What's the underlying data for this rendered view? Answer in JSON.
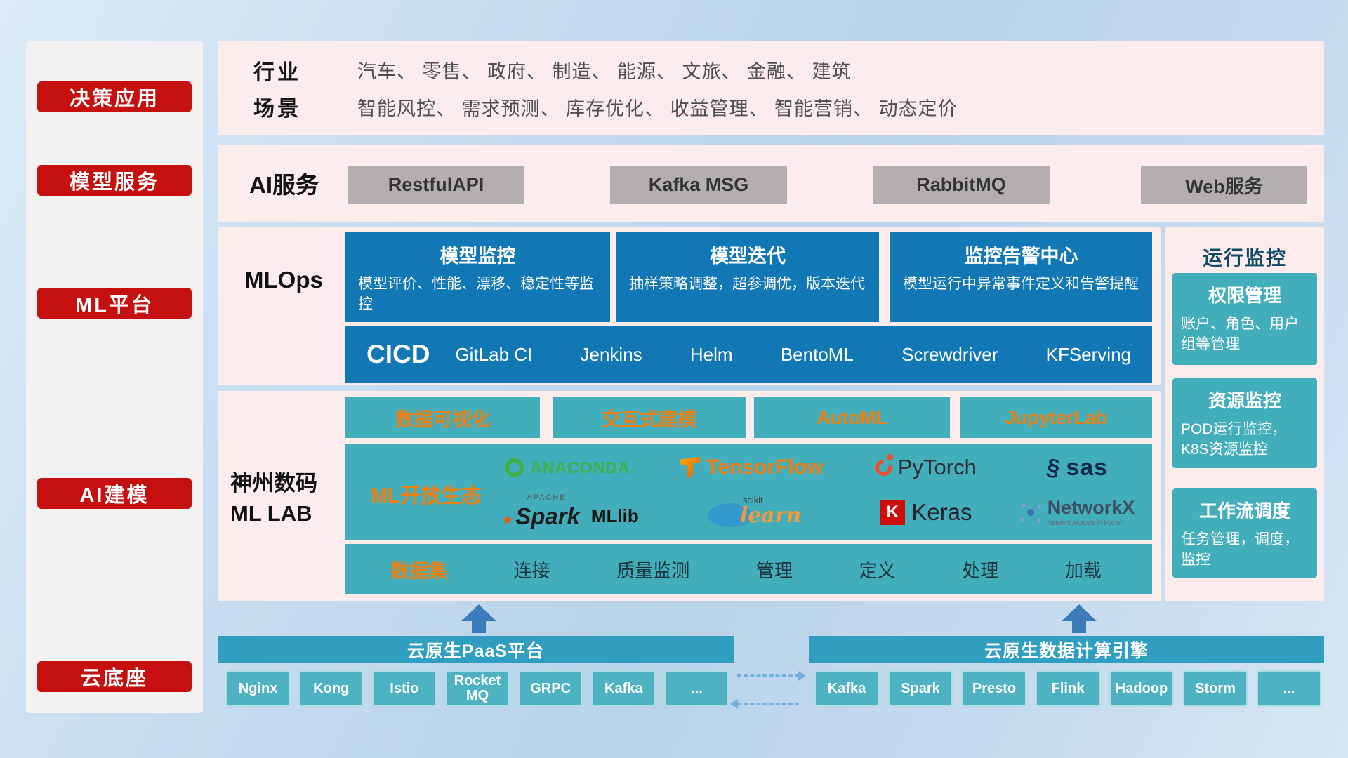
{
  "colors": {
    "red": "#c5100f",
    "pink_panel": "#fdecec",
    "blue_card": "#1278b5",
    "teal": "#43aebb",
    "banner_blue": "#2f9ec1",
    "chip_teal": "#4db3c2",
    "gray_button": "#b3afb0",
    "orange_text": "#ee8012"
  },
  "sidebar": {
    "items": [
      {
        "label": "决策应用"
      },
      {
        "label": "模型服务"
      },
      {
        "label": "ML平台"
      },
      {
        "label": "AI建模"
      },
      {
        "label": "云底座"
      }
    ]
  },
  "industry": {
    "rows": [
      {
        "label": "行业",
        "text": "汽车、 零售、 政府、 制造、 能源、 文旅、 金融、 建筑"
      },
      {
        "label": "场景",
        "text": "智能风控、 需求预测、 库存优化、 收益管理、 智能营销、 动态定价"
      }
    ]
  },
  "ai_service": {
    "label": "AI服务",
    "buttons": [
      {
        "label": "RestfulAPI"
      },
      {
        "label": "Kafka MSG"
      },
      {
        "label": "RabbitMQ"
      },
      {
        "label": "Web服务"
      }
    ]
  },
  "mlops": {
    "label": "MLOps",
    "cards": [
      {
        "title": "模型监控",
        "desc": "模型评价、性能、漂移、稳定性等监控"
      },
      {
        "title": "模型迭代",
        "desc": "抽样策略调整，超参调优，版本迭代"
      },
      {
        "title": "监控告警中心",
        "desc": "模型运行中异常事件定义和告警提醒"
      }
    ],
    "cicd": {
      "label": "CICD",
      "items": [
        {
          "label": "GitLab CI"
        },
        {
          "label": "Jenkins"
        },
        {
          "label": "Helm"
        },
        {
          "label": "BentoML"
        },
        {
          "label": "Screwdriver"
        },
        {
          "label": "KFServing"
        }
      ]
    }
  },
  "mllab": {
    "label_line1": "神州数码",
    "label_line2": "ML LAB",
    "tools": [
      {
        "label": "数据可视化"
      },
      {
        "label": "交互式建模"
      },
      {
        "label": "AutoML"
      },
      {
        "label": "JupyterLab"
      }
    ],
    "ecosystem": {
      "label": "ML开放生态",
      "logos": {
        "anaconda": {
          "label": "ANACONDA."
        },
        "tensorflow": {
          "label": "TensorFlow"
        },
        "pytorch": {
          "label": "PyTorch"
        },
        "sas": {
          "label": "sas"
        },
        "spark": {
          "apache": "APACHE",
          "label": "Spark",
          "mllib": "MLlib"
        },
        "sklearn": {
          "scikit": "scikit",
          "label": "learn"
        },
        "keras": {
          "k": "K",
          "label": "Keras"
        },
        "networkx": {
          "label": "NetworkX",
          "sub": "Network Analysis in Python"
        }
      }
    },
    "dataset": {
      "label": "数据集",
      "items": [
        {
          "label": "连接"
        },
        {
          "label": "质量监测"
        },
        {
          "label": "管理"
        },
        {
          "label": "定义"
        },
        {
          "label": "处理"
        },
        {
          "label": "加载"
        }
      ]
    }
  },
  "monitoring": {
    "title": "运行监控",
    "cards": [
      {
        "title": "权限管理",
        "desc": "账户、角色、用户组等管理"
      },
      {
        "title": "资源监控",
        "desc": "POD运行监控，K8S资源监控"
      },
      {
        "title": "工作流调度",
        "desc": "任务管理，调度，监控"
      }
    ]
  },
  "cloud": {
    "paas": {
      "title": "云原生PaaS平台",
      "chips": [
        {
          "label": "Nginx"
        },
        {
          "label": "Kong"
        },
        {
          "label": "Istio"
        },
        {
          "label": "RocketMQ"
        },
        {
          "label": "GRPC"
        },
        {
          "label": "Kafka"
        },
        {
          "label": "..."
        }
      ]
    },
    "engine": {
      "title": "云原生数据计算引擎",
      "chips": [
        {
          "label": "Kafka"
        },
        {
          "label": "Spark"
        },
        {
          "label": "Presto"
        },
        {
          "label": "Flink"
        },
        {
          "label": "Hadoop"
        },
        {
          "label": "Storm"
        },
        {
          "label": "..."
        }
      ]
    }
  }
}
